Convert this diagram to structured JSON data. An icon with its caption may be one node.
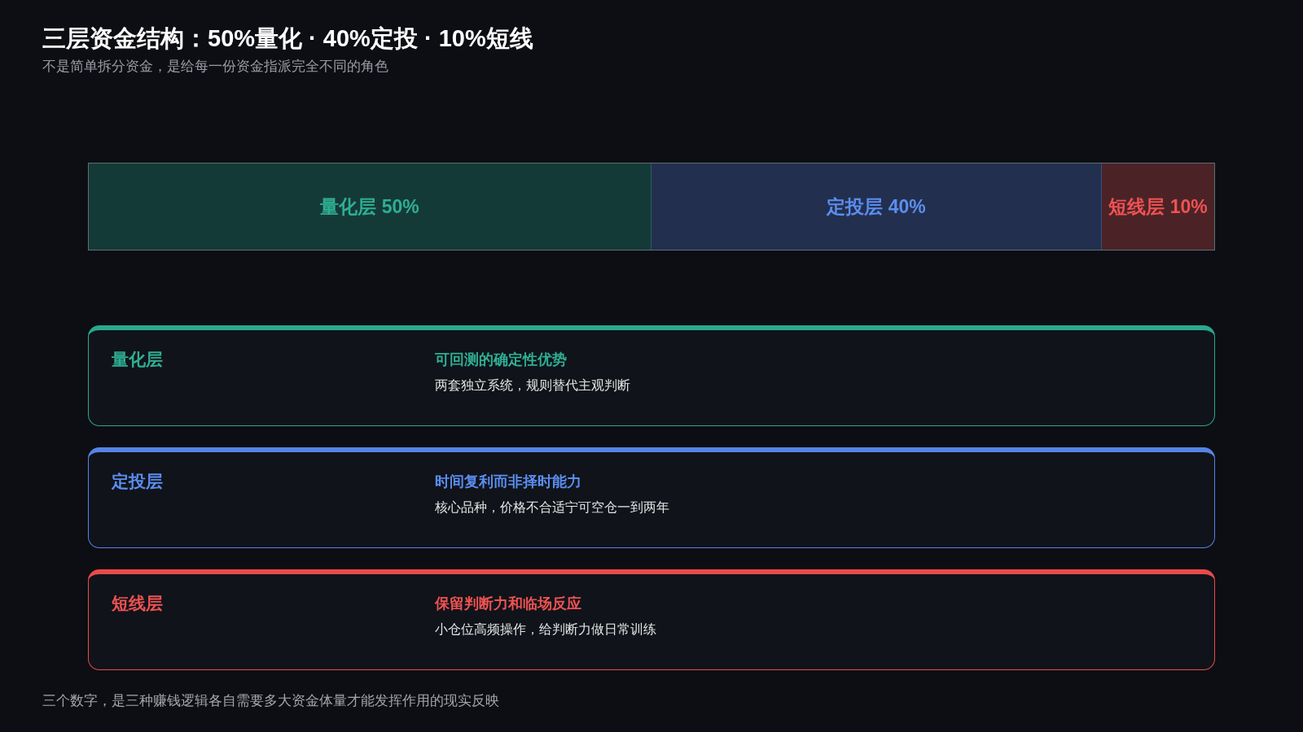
{
  "diagram": {
    "title": "三层资金结构：50%量化 · 40%定投 · 10%短线",
    "caption": "三个数字，是三种赚钱逻辑各自需要多大资金体量才能发挥作用的现实反映",
    "nodes": [
      {
        "text": [
          "量化层 50%"
        ]
      },
      {
        "text": [
          "定投层 40%"
        ]
      },
      {
        "text": [
          "短线层 10%"
        ]
      },
      {
        "text": [
          "量化层",
          "可回测的确定性优势",
          "两套独立系统，规则替代主观判断"
        ]
      },
      {
        "text": [
          "定投层",
          "时间复利而非择时能力",
          "核心品种，价格不合适宁可空仓一到两年"
        ]
      },
      {
        "text": [
          "短线层",
          "保留判断力和临场反应",
          "小仓位高频操作，给判断力做日常训练"
        ]
      }
    ],
    "labels": [
      "不是简单拆分资金，是给每一份资金指派完全不同的角色"
    ]
  }
}
